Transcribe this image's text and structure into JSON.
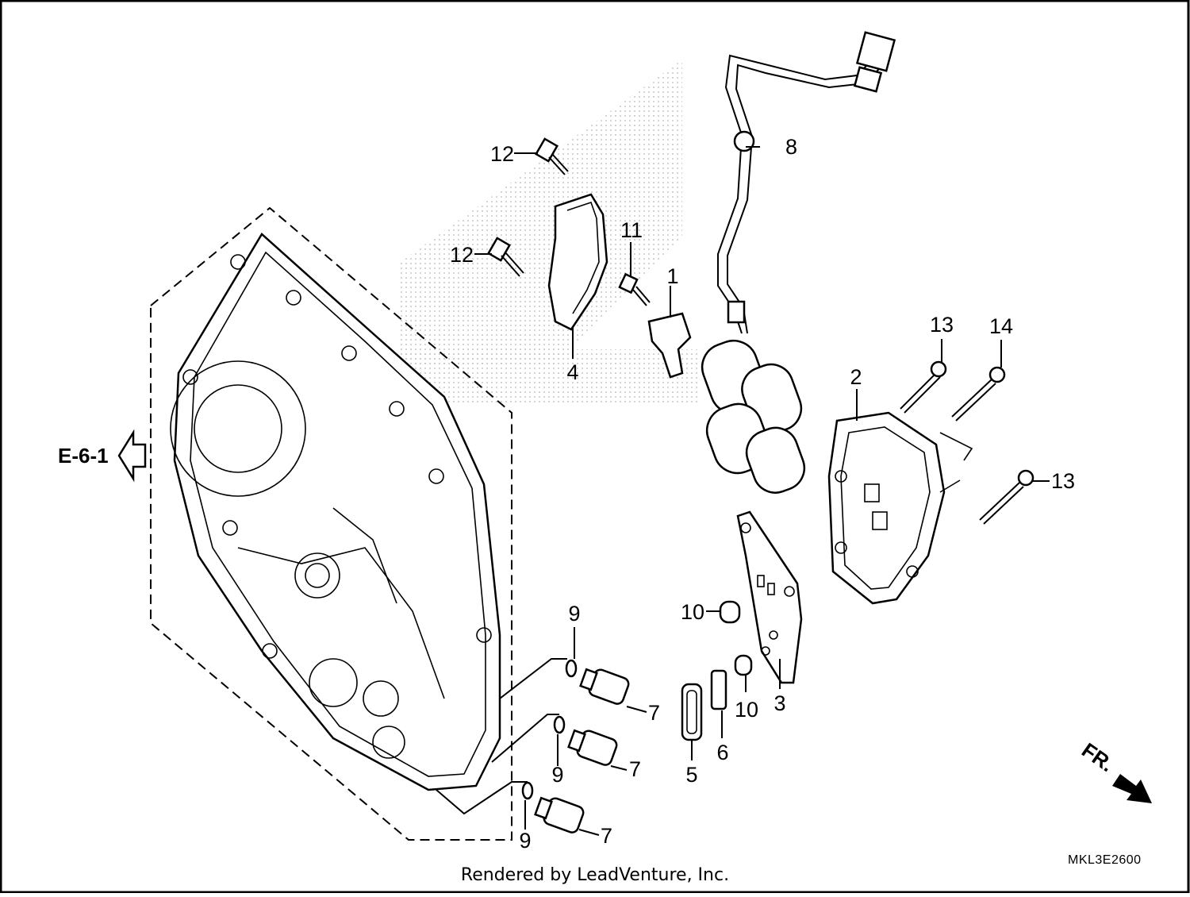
{
  "diagram": {
    "ref_label": "E-6-1",
    "front_label": "FR.",
    "code": "MKL3E2600",
    "footer": "Rendered by LeadVenture, Inc.",
    "callouts": [
      "1",
      "2",
      "3",
      "4",
      "5",
      "6",
      "7",
      "7",
      "7",
      "8",
      "9",
      "9",
      "9",
      "10",
      "10",
      "11",
      "12",
      "12",
      "13",
      "13",
      "14"
    ]
  }
}
